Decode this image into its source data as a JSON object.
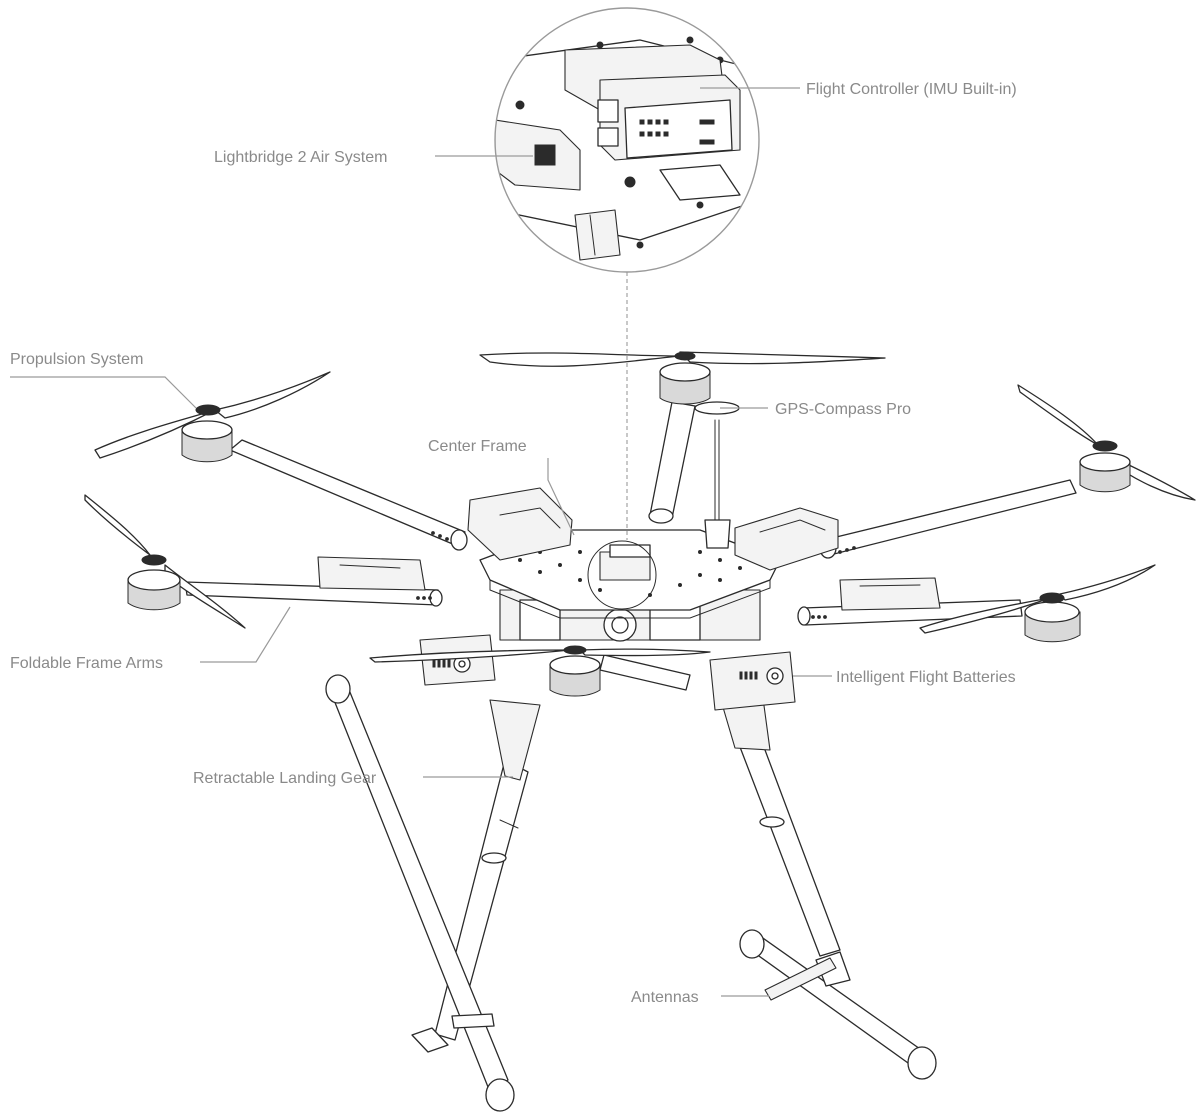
{
  "callouts": {
    "flight_controller": "Flight Controller (IMU Built-in)",
    "lightbridge": "Lightbridge 2 Air System",
    "propulsion": "Propulsion System",
    "gps_compass": "GPS-Compass Pro",
    "center_frame": "Center Frame",
    "foldable_arms": "Foldable Frame Arms",
    "batteries": "Intelligent Flight Batteries",
    "landing_gear": "Retractable Landing Gear",
    "antennas": "Antennas"
  },
  "colors": {
    "label_text": "#8a8a8a",
    "leader_line": "#9a9a9a",
    "line_art": "#2b2b2b",
    "background": "#ffffff"
  }
}
